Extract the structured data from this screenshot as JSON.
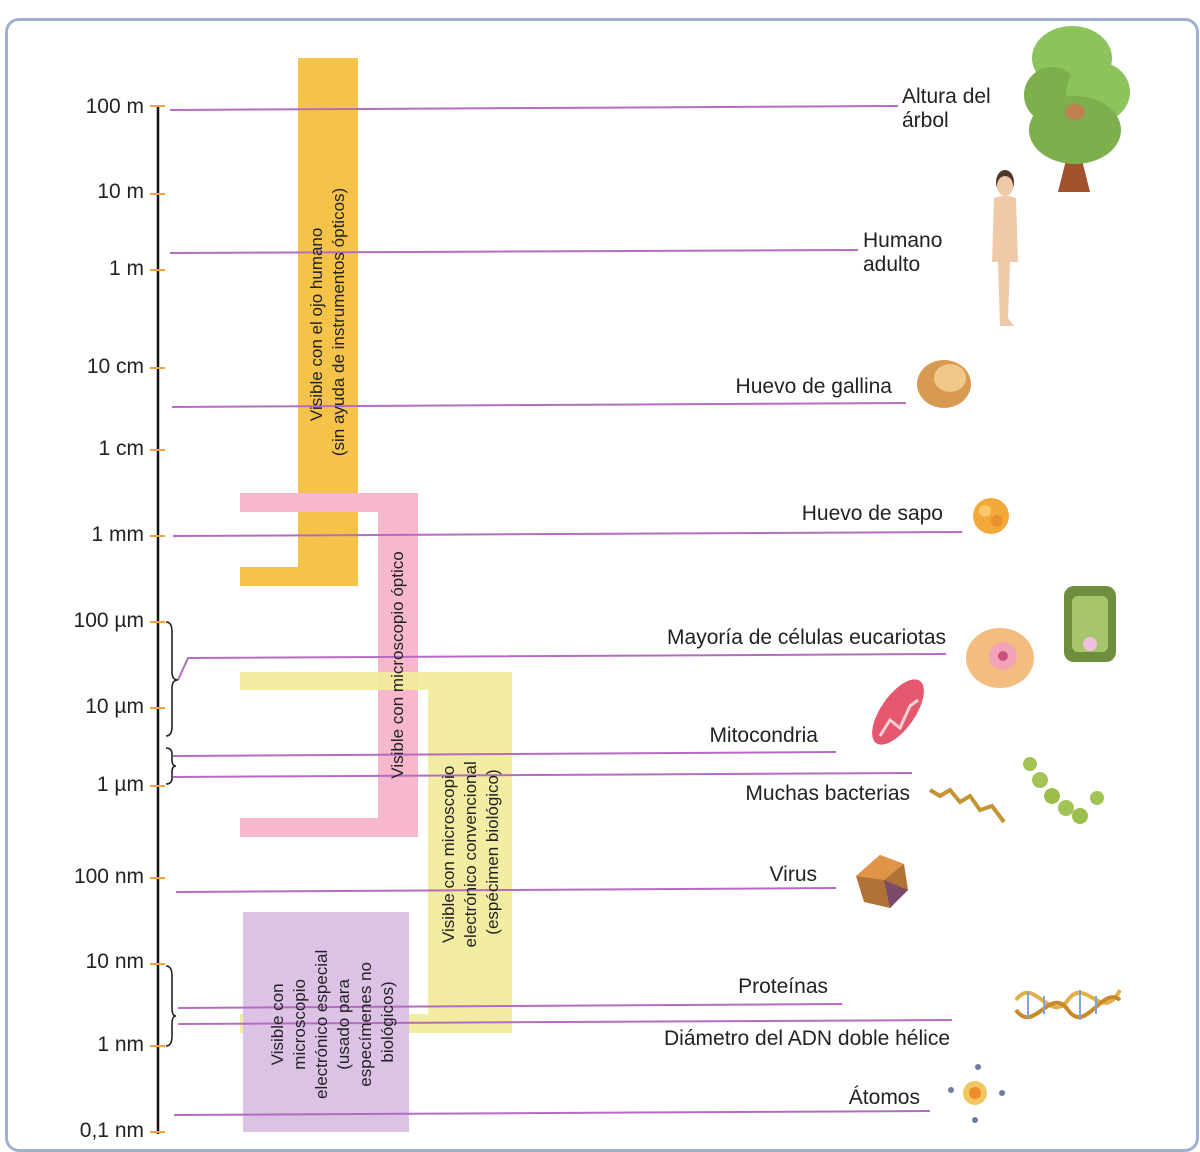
{
  "scale_labels": [
    "100 m",
    "10 m",
    "1 m",
    "10 cm",
    "1 cm",
    "1 mm",
    "100 µm",
    "10 µm",
    "1 µm",
    "100 nm",
    "10 nm",
    "1 nm",
    "0,1 nm"
  ],
  "items": [
    {
      "line1": "Altura del",
      "line2": "árbol"
    },
    {
      "line1": "Humano",
      "line2": "adulto"
    },
    {
      "line1": "Huevo de gallina"
    },
    {
      "line1": "Huevo de sapo"
    },
    {
      "line1": "Mayoría de células eucariotas"
    },
    {
      "line1": "Mitocondria"
    },
    {
      "line1": "Muchas bacterias"
    },
    {
      "line1": "Virus"
    },
    {
      "line1": "Proteínas"
    },
    {
      "line1": "Diámetro del ADN doble hélice"
    },
    {
      "line1": "Átomos"
    }
  ],
  "ranges": {
    "ojo": {
      "line1": "Visible con el ojo humano",
      "line2": "(sin ayuda de instrumentos ópticos)"
    },
    "optico": {
      "line1": "Visible con microscopio óptico"
    },
    "electronico": {
      "line1": "Visible con microscopio",
      "line2": "electrónico convencional",
      "line3": "(espécimen biológico)"
    },
    "especial": {
      "line1": "Visible con",
      "line2": "microscopio",
      "line3": "electrónico especial",
      "line4": "(usado para",
      "line5": "especímenes no",
      "line6": "biológicos)"
    }
  },
  "colors": {
    "ojo": "#f6c34a",
    "optico": "#f7b8cf",
    "electronico": "#f2ec9c",
    "especial": "#dcc3e6",
    "pointer": "#b56bc0",
    "axis": "#111111",
    "tick": "#f0a23a",
    "frame": "#9fb0d2"
  },
  "icons": [
    "tree-icon",
    "human-icon",
    "chicken-egg-icon",
    "frog-egg-icon",
    "eukaryotic-cell-icon",
    "mitochondrion-icon",
    "bacteria-icon",
    "virus-icon",
    "dna-icon",
    "atom-icon"
  ]
}
